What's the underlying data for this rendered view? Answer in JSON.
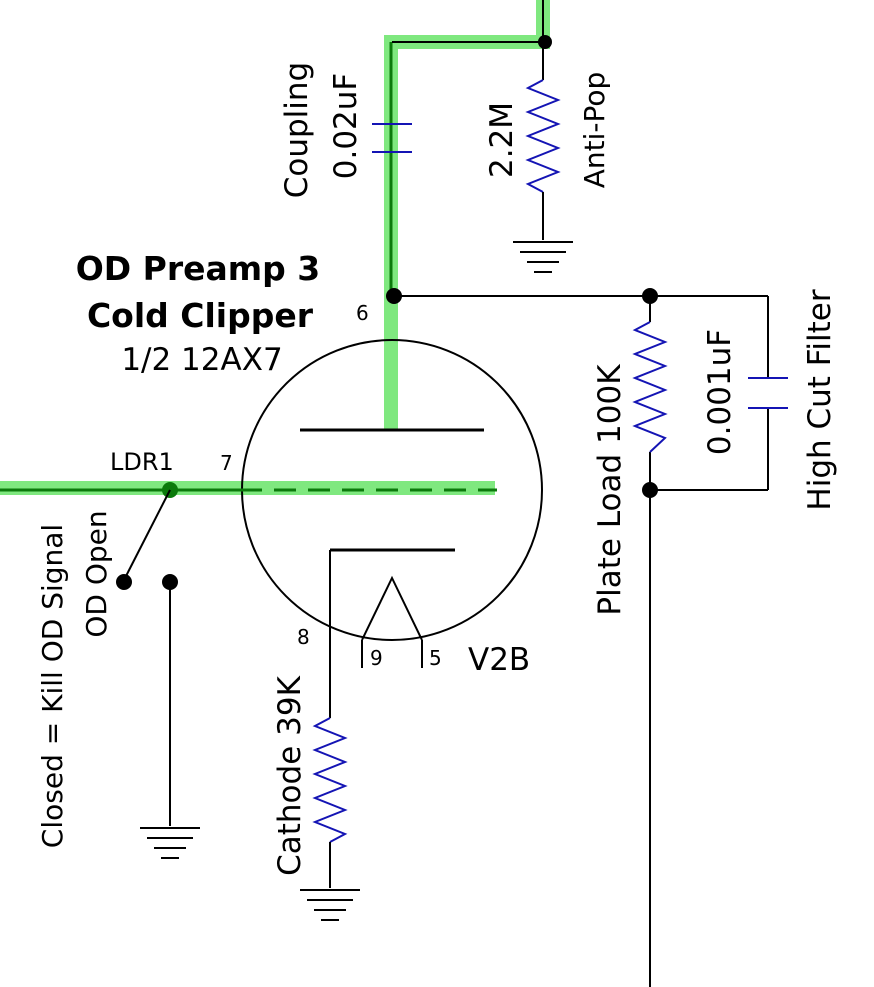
{
  "title": {
    "line1": "OD Preamp 3",
    "line2": "Cold Clipper",
    "line3": "1/2 12AX7"
  },
  "tube": {
    "designator": "V2B",
    "pins": {
      "plate": "6",
      "grid": "7",
      "cathode": "8",
      "heater_a": "9",
      "heater_b": "5"
    }
  },
  "components": {
    "coupling_cap": {
      "name": "Coupling",
      "value": "0.02uF"
    },
    "anti_pop_resistor": {
      "name": "Anti-Pop",
      "value": "2.2M"
    },
    "plate_load_resistor": {
      "name": "Plate Load",
      "value": "100K"
    },
    "high_cut_cap": {
      "name": "High Cut Filter",
      "value": "0.001uF"
    },
    "cathode_resistor": {
      "label": "Cathode 39K"
    },
    "ldr": {
      "name": "LDR1",
      "open_label": "OD Open",
      "closed_label": "Closed = Kill OD Signal"
    }
  },
  "colors": {
    "signal_highlight": "#7FE87F",
    "signal_wire": "#0B7A0B",
    "component_blue": "#1414B4",
    "wire": "#000000"
  }
}
